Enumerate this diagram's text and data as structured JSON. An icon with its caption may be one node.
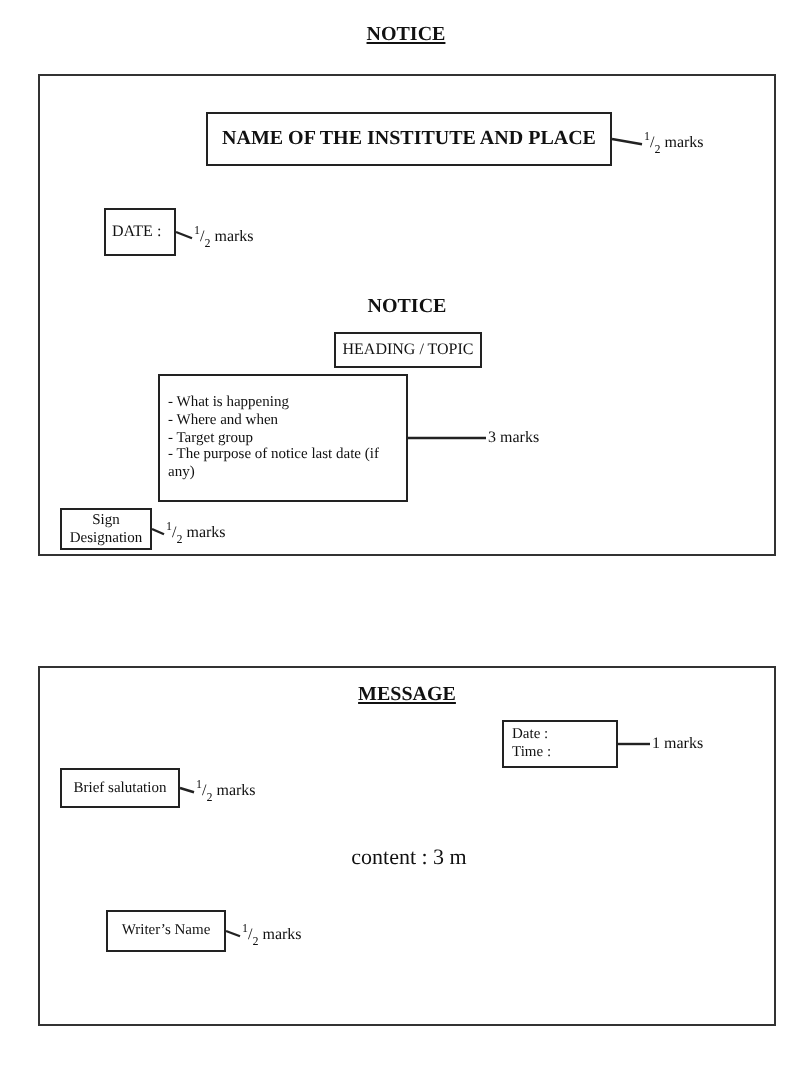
{
  "diagram": {
    "title": "NOTICE",
    "nodes": [
      {
        "text": [
          "NOTICE"
        ]
      },
      {
        "text": [
          "NAME OF THE INSTITUTE AND PLACE"
        ],
        "in": 0
      },
      {
        "text": [
          "$^{1}$/$_{2}$ marks"
        ],
        "in": 0
      },
      {
        "text": [
          "DATE :"
        ],
        "in": 0
      },
      {
        "text": [
          "$^{1}$/$_{2}$ marks"
        ],
        "in": 0
      },
      {
        "text": [
          "HEADING / TOPIC"
        ],
        "in": 0
      },
      {
        "text": [
          "- What is happening",
          "- Where and when",
          "- Target group",
          "- The purpose of notice last date (if any)"
        ],
        "in": 0
      },
      {
        "text": [
          "3 marks"
        ],
        "in": 0
      },
      {
        "text": [
          "Sign Designation"
        ],
        "in": 0
      },
      {
        "text": [
          "$^{1}$/$_{2}$ marks"
        ],
        "in": 0
      },
      {
        "text": [
          "MESSAGE"
        ]
      },
      {
        "text": [
          "Date :",
          "Time :"
        ],
        "in": 10
      },
      {
        "text": [
          "1 marks"
        ],
        "in": 10
      },
      {
        "text": [
          "Brief salutation"
        ],
        "in": 10
      },
      {
        "text": [
          "$^{1}$/$_{2}$ marks"
        ],
        "in": 10
      },
      {
        "text": [
          "Writer’s Name"
        ],
        "in": 10
      },
      {
        "text": [
          "$^{1}$/$_{2}$ marks"
        ],
        "in": 10
      }
    ],
    "edges": [
      {
        "from": 1,
        "to": 2,
        "arrow": "none"
      },
      {
        "from": 3,
        "to": 4,
        "arrow": "none"
      },
      {
        "from": 6,
        "to": 7,
        "arrow": "none"
      },
      {
        "from": 8,
        "to": 9,
        "arrow": "none"
      },
      {
        "from": 11,
        "to": 12,
        "arrow": "none"
      },
      {
        "from": 13,
        "to": 14,
        "arrow": "none"
      },
      {
        "from": 15,
        "to": 16,
        "arrow": "none"
      }
    ],
    "labels": [
      "content : 3 m"
    ]
  }
}
